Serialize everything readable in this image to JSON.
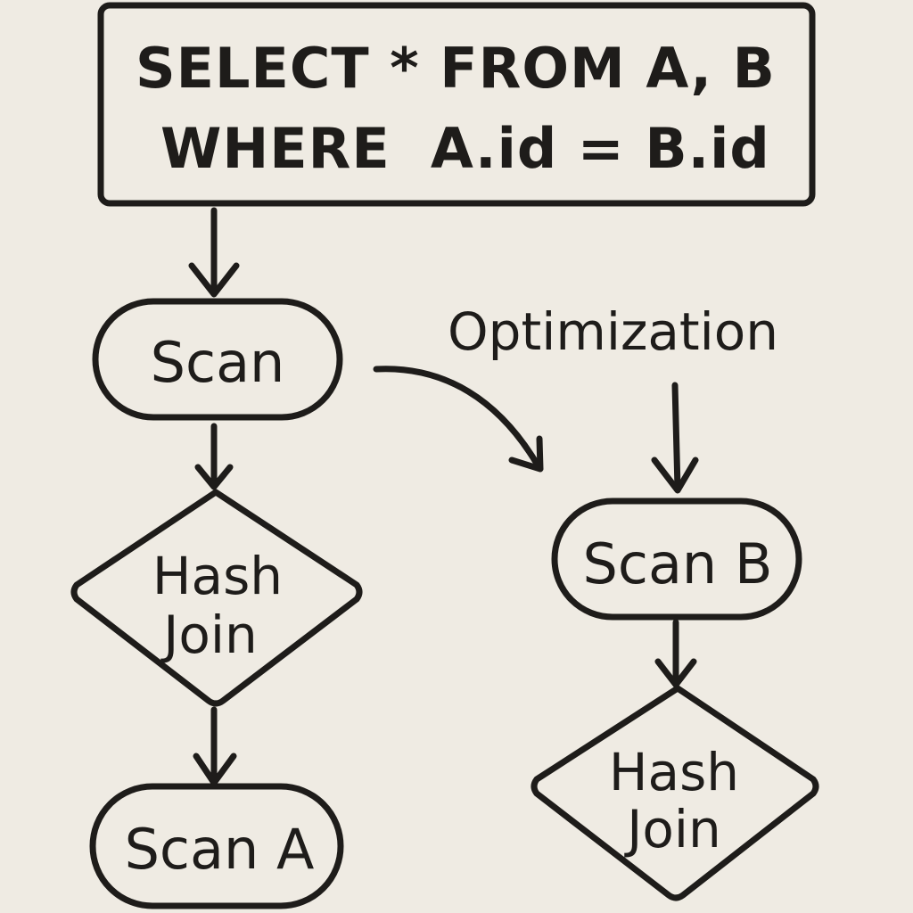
{
  "query": {
    "line1": "SELECT * FROM A, B",
    "line2": "WHERE  A.id = B.id"
  },
  "left_plan": {
    "scan": "Scan",
    "hash_join_line1": "Hash",
    "hash_join_line2": "Join",
    "scan_a": "Scan A"
  },
  "optimization_label": "Optimization",
  "right_plan": {
    "scan_b": "Scan B",
    "hash_join_line1": "Hash",
    "hash_join_line2": "Join"
  }
}
